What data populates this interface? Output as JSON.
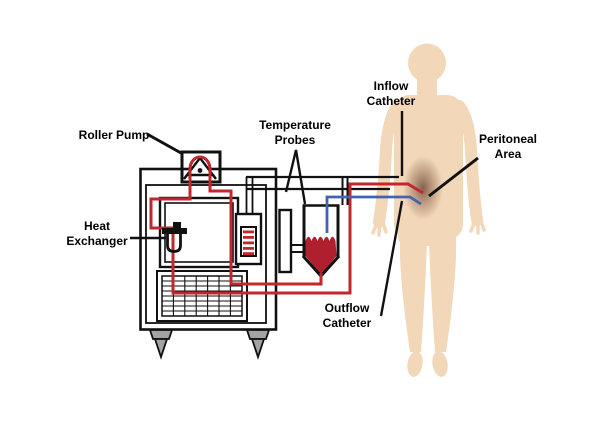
{
  "diagram": {
    "type": "hyperthermic-peritoneal-perfusion-circuit-schematic",
    "components": [
      "perfusion-machine-cabinet",
      "roller-pump",
      "heat-exchanger",
      "temperature-probes",
      "perfusate-reservoir",
      "vent-grid",
      "machine-feet",
      "patient-body",
      "peritoneal-area",
      "inflow-catheter-tube",
      "outflow-catheter-tube"
    ]
  },
  "labels": {
    "roller_pump": {
      "text": "Roller Pump"
    },
    "heat_exchanger": {
      "line1": "Heat",
      "line2": "Exchanger"
    },
    "temperature_probes": {
      "line1": "Temperature",
      "line2": "Probes"
    },
    "inflow_catheter": {
      "line1": "Inflow",
      "line2": "Catheter"
    },
    "peritoneal_area": {
      "line1": "Peritoneal",
      "line2": "Area"
    },
    "outflow_catheter": {
      "line1": "Outflow",
      "line2": "Catheter"
    }
  },
  "colors": {
    "tubing_red": "#c1272d",
    "tubing_blue": "#4463ae",
    "perfusate_liquid": "#b01f2d",
    "skin": "#f2d7b9",
    "peritoneal_shade": "#7e5c44",
    "outline_black": "#111111",
    "foot_gray": "#a3a3a3"
  }
}
